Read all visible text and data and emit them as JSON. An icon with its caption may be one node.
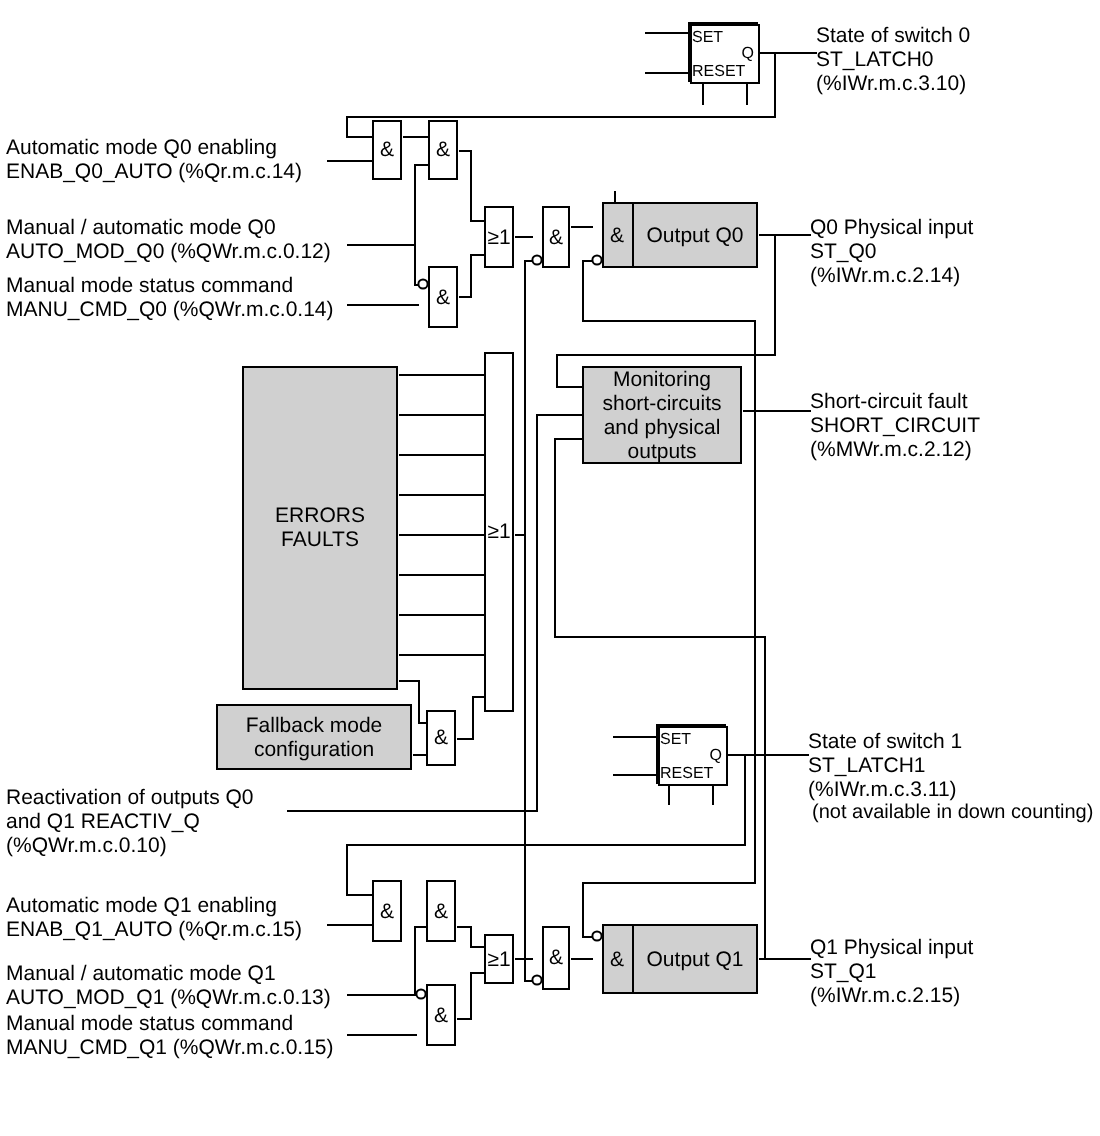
{
  "diagram": {
    "nodes": [
      {
        "text": [
          "Automatic mode Q0 enabling ENAB_Q0_AUTO (%Qr.m.c.14)"
        ]
      },
      {
        "text": [
          "Manual / automatic mode Q0 AUTO_MOD_Q0 (%QWr.m.c.0.12)"
        ]
      },
      {
        "text": [
          "Manual mode status command MANU_CMD_Q0 (%QWr.m.c.0.14)"
        ]
      },
      {
        "text": [
          "SET",
          "Q",
          "RESET"
        ]
      },
      {
        "text": [
          "State of switch 0 ST_LATCH0 (%IWr.m.c.3.10)"
        ]
      },
      {
        "text": [
          "&"
        ]
      },
      {
        "text": [
          "&"
        ]
      },
      {
        "text": [
          "&"
        ]
      },
      {
        "text": [
          "≥1"
        ]
      },
      {
        "text": [
          "&"
        ]
      },
      {
        "text": [
          "&",
          "Output Q0"
        ]
      },
      {
        "text": [
          "Q0 Physical input ST_Q0 (%IWr.m.c.2.14)"
        ]
      },
      {
        "text": [
          "Monitoring short-circuits and physical outputs"
        ]
      },
      {
        "text": [
          "Short-circuit fault SHORT_CIRCUIT (%MWr.m.c.2.12)"
        ]
      },
      {
        "text": [
          "ERRORS FAULTS"
        ]
      },
      {
        "text": [
          "≥1"
        ]
      },
      {
        "text": [
          "Fallback mode configuration"
        ]
      },
      {
        "text": [
          "&"
        ]
      },
      {
        "text": [
          "Reactivation of outputs Q0 and Q1 REACTIV_Q (%QWr.m.c.0.10)"
        ]
      },
      {
        "text": [
          "SET",
          "Q",
          "RESET"
        ]
      },
      {
        "text": [
          "State of switch 1 ST_LATCH1 (%IWr.m.c.3.11)",
          "(not available in down counting)"
        ]
      },
      {
        "text": [
          "Automatic mode Q1 enabling ENAB_Q1_AUTO (%Qr.m.c.15)"
        ]
      },
      {
        "text": [
          "Manual / automatic mode Q1 AUTO_MOD_Q1 (%QWr.m.c.0.13)"
        ]
      },
      {
        "text": [
          "Manual mode status command MANU_CMD_Q1 (%QWr.m.c.0.15)"
        ]
      },
      {
        "text": [
          "&"
        ]
      },
      {
        "text": [
          "&"
        ]
      },
      {
        "text": [
          "&"
        ]
      },
      {
        "text": [
          "≥1"
        ]
      },
      {
        "text": [
          "&"
        ]
      },
      {
        "text": [
          "&",
          "Output Q1"
        ]
      },
      {
        "text": [
          "Q1 Physical input ST_Q1 (%IWr.m.c.2.15)"
        ]
      }
    ],
    "edges": [
      {
        "from": 0,
        "to": 5,
        "arrow": "none"
      },
      {
        "from": 3,
        "to": 4,
        "arrow": "none"
      },
      {
        "from": 3,
        "to": 5,
        "arrow": "none"
      },
      {
        "from": 5,
        "to": 6,
        "arrow": "none"
      },
      {
        "from": 1,
        "to": 6,
        "arrow": "none"
      },
      {
        "from": 1,
        "to": 7,
        "arrow": "none"
      },
      {
        "from": 2,
        "to": 7,
        "arrow": "none"
      },
      {
        "from": 6,
        "to": 8,
        "arrow": "none"
      },
      {
        "from": 7,
        "to": 8,
        "arrow": "none"
      },
      {
        "from": 8,
        "to": 9,
        "arrow": "none"
      },
      {
        "from": 9,
        "to": 10,
        "arrow": "none"
      },
      {
        "from": 10,
        "to": 11,
        "arrow": "none"
      },
      {
        "from": 10,
        "to": 12,
        "arrow": "none"
      },
      {
        "from": 12,
        "to": 13,
        "arrow": "none"
      },
      {
        "from": 14,
        "to": 15,
        "arrow": "none"
      },
      {
        "from": 14,
        "to": 15,
        "arrow": "none"
      },
      {
        "from": 14,
        "to": 15,
        "arrow": "none"
      },
      {
        "from": 14,
        "to": 15,
        "arrow": "none"
      },
      {
        "from": 14,
        "to": 15,
        "arrow": "none"
      },
      {
        "from": 14,
        "to": 15,
        "arrow": "none"
      },
      {
        "from": 14,
        "to": 15,
        "arrow": "none"
      },
      {
        "from": 14,
        "to": 15,
        "arrow": "none"
      },
      {
        "from": 14,
        "to": 17,
        "arrow": "none"
      },
      {
        "from": 16,
        "to": 17,
        "arrow": "none"
      },
      {
        "from": 17,
        "to": 15,
        "arrow": "none"
      },
      {
        "from": 15,
        "to": 9,
        "arrow": "none"
      },
      {
        "from": 15,
        "to": 28,
        "arrow": "none"
      },
      {
        "from": 18,
        "to": 12,
        "arrow": "none"
      },
      {
        "from": 29,
        "to": 12,
        "arrow": "none"
      },
      {
        "from": 10,
        "to": 29,
        "arrow": "none"
      },
      {
        "from": 19,
        "to": 20,
        "arrow": "none"
      },
      {
        "from": 19,
        "to": 24,
        "arrow": "none"
      },
      {
        "from": 21,
        "to": 24,
        "arrow": "none"
      },
      {
        "from": 22,
        "to": 25,
        "arrow": "none"
      },
      {
        "from": 22,
        "to": 26,
        "arrow": "none"
      },
      {
        "from": 23,
        "to": 26,
        "arrow": "none"
      },
      {
        "from": 25,
        "to": 27,
        "arrow": "none"
      },
      {
        "from": 26,
        "to": 27,
        "arrow": "none"
      },
      {
        "from": 27,
        "to": 28,
        "arrow": "none"
      },
      {
        "from": 28,
        "to": 29,
        "arrow": "none"
      },
      {
        "from": 29,
        "to": 30,
        "arrow": "none"
      },
      {
        "from": null,
        "to": 3,
        "arrow": "none"
      },
      {
        "from": null,
        "to": 3,
        "arrow": "none"
      },
      {
        "from": 3,
        "to": null,
        "arrow": "none"
      },
      {
        "from": 3,
        "to": null,
        "arrow": "none"
      },
      {
        "from": null,
        "to": 19,
        "arrow": "none"
      },
      {
        "from": null,
        "to": 19,
        "arrow": "none"
      },
      {
        "from": 19,
        "to": null,
        "arrow": "none"
      },
      {
        "from": 19,
        "to": null,
        "arrow": "none"
      },
      {
        "from": 10,
        "to": null,
        "arrow": "none"
      }
    ]
  }
}
